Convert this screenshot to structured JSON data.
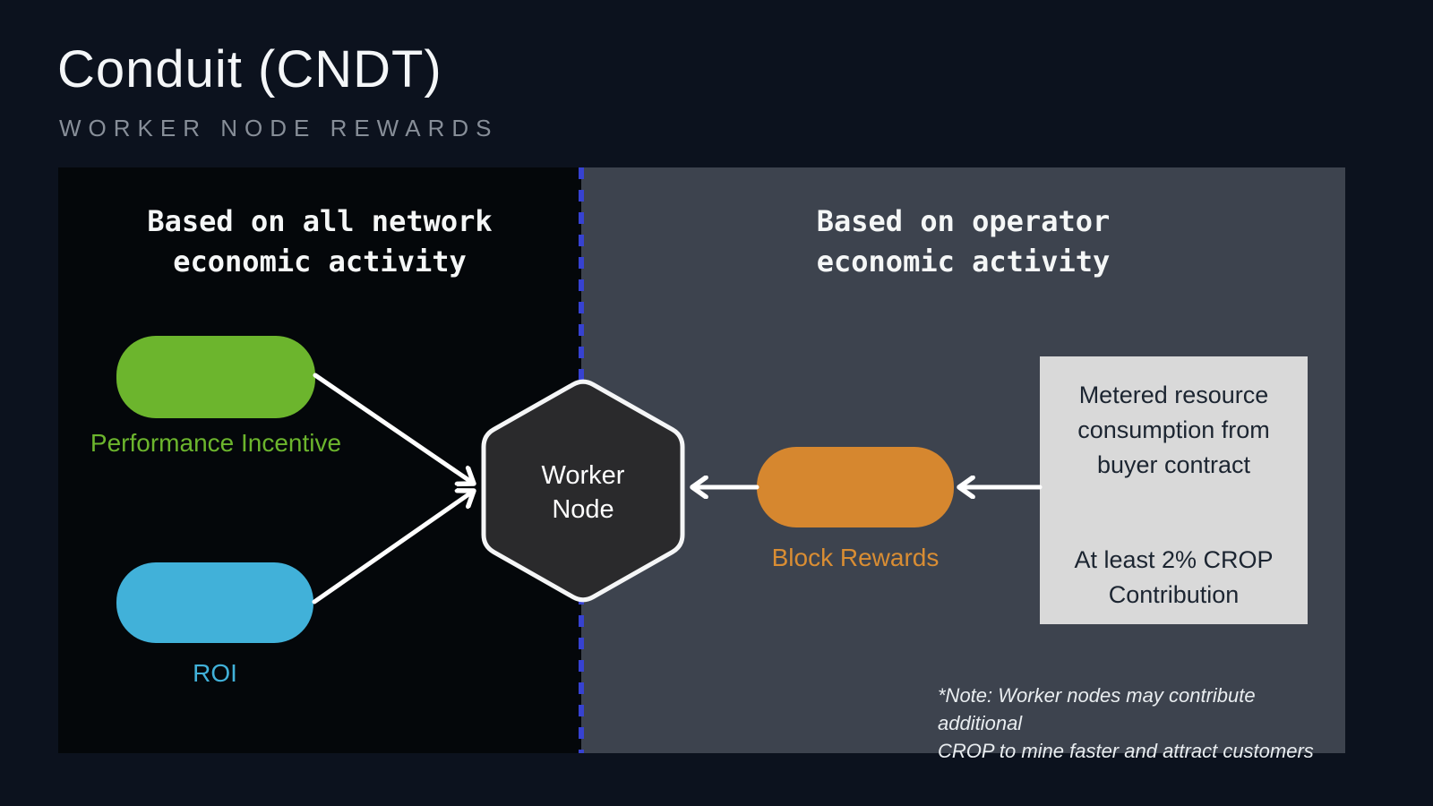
{
  "header": {
    "title": "Conduit (CNDT)",
    "subtitle": "WORKER NODE REWARDS"
  },
  "left_panel": {
    "heading_line1": "Based on all network",
    "heading_line2": "economic activity",
    "performance_incentive_label": "Performance Incentive",
    "roi_label": "ROI"
  },
  "right_panel": {
    "heading_line1": "Based on operator",
    "heading_line2": "economic activity",
    "block_rewards_label": "Block Rewards",
    "info_box": {
      "line1": "Metered resource",
      "line2": "consumption from",
      "line3": "buyer contract",
      "line4": "At least 2% CROP",
      "line5": "Contribution"
    },
    "note_line1": "*Note:  Worker nodes may contribute additional",
    "note_line2": "CROP to mine faster and attract customers"
  },
  "center": {
    "worker_node_line1": "Worker",
    "worker_node_line2": "Node"
  },
  "colors": {
    "background": "#0c121e",
    "left_panel_bg": "#04070a",
    "right_panel_bg": "#3d434e",
    "divider_blue": "#3742d1",
    "performance_green": "#6cb52d",
    "roi_blue": "#41b1d9",
    "block_rewards_orange": "#d6872f",
    "info_box_bg": "#d9d9d9",
    "info_box_text": "#1c2531",
    "hexagon_fill": "#2a2a2c",
    "hexagon_border": "#f5f6f7",
    "arrow": "#ffffff"
  }
}
